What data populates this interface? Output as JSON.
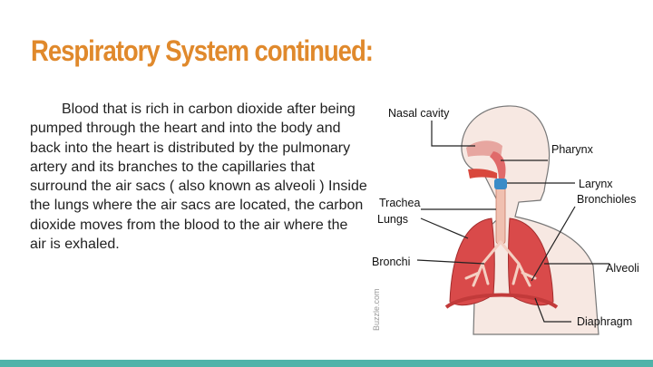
{
  "slide": {
    "title": "Respiratory System continued:",
    "body": "Blood that is rich in carbon dioxide after being pumped through the heart  and into the body and back into the heart is distributed by the pulmonary artery and its branches to the capillaries that surround the air sacs ( also known as alveoli ) Inside  the lungs where the air sacs are located, the carbon dioxide moves from the blood to the air where the air is exhaled."
  },
  "diagram": {
    "labels": {
      "nasal_cavity": "Nasal cavity",
      "pharynx": "Pharynx",
      "larynx": "Larynx",
      "bronchioles": "Bronchioles",
      "trachea": "Trachea",
      "lungs": "Lungs",
      "bronchi": "Bronchi",
      "alveoli": "Alveoli",
      "diaphragm": "Diaphragm"
    },
    "credit": "Buzzle.com"
  },
  "colors": {
    "title": "#e0892c",
    "body_text": "#222222",
    "bottom_bar": "#4fb3a9",
    "lung": "#d94a4a",
    "airway": "#f0c0b0"
  }
}
